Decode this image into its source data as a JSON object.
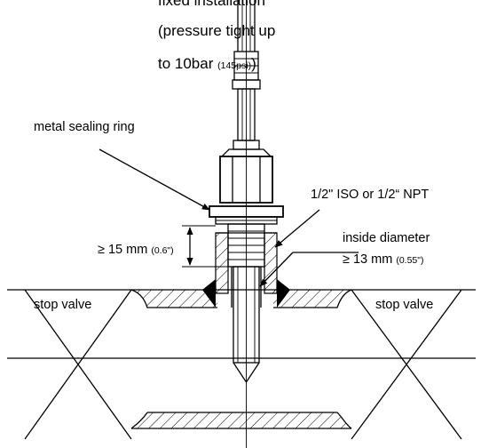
{
  "install_note": {
    "line1": "fixed installation",
    "line2": "(pressure tight up",
    "line3_main": "to 10bar",
    "line3_small": "(145psi)",
    "line3_end": ")"
  },
  "labels": {
    "sealing_ring": "metal sealing ring",
    "thread": "1/2\" ISO or 1/2“ NPT",
    "inside_diameter_title": "inside diameter",
    "inside_diameter_main": "≥ 13 mm",
    "inside_diameter_small": "(0.55\")",
    "depth_main": "≥ 15 mm",
    "depth_small": "(0.6\")",
    "stop_valve_left": "stop valve",
    "stop_valve_right": "stop valve"
  }
}
